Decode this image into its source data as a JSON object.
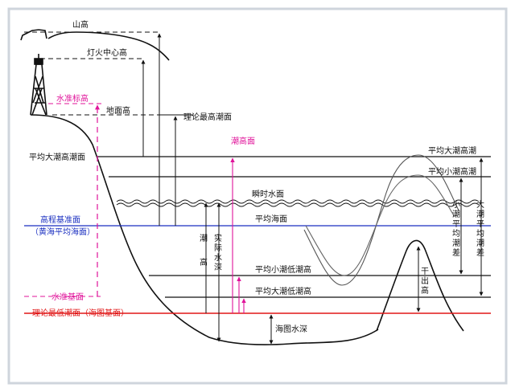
{
  "colors": {
    "frame": "#cfd5dc",
    "black": "#111111",
    "magenta": "#e0139a",
    "blue": "#1a2fc0",
    "red": "#e01616"
  },
  "labels": {
    "mountain_height": "山高",
    "light_center_height": "灯火中心高",
    "water_standard_height": "水准标高",
    "ground_height": "地面高",
    "theoretical_highest_tide": "理论最高潮面",
    "tide_height_surface": "潮高面",
    "mean_spring_high": "平均大潮高潮面",
    "mean_spring_high_right": "平均大潮高潮",
    "mean_neap_high_right": "平均小潮高潮",
    "instant_water_surface": "瞬时水面",
    "elevation_datum": "高程基准面",
    "elevation_datum_note": "（黄海平均海面）",
    "mean_sea_level": "平均海面",
    "mean_neap_low": "平均小潮低潮高",
    "mean_spring_low": "平均大潮低潮高",
    "leveling_datum": "水准基面",
    "theoretical_lowest_tide": "理论最低潮面（海图基面）",
    "chart_depth": "海图水深",
    "drying_height_v": [
      "干",
      "出",
      "高"
    ],
    "tide_height_v": [
      "潮",
      "高"
    ],
    "actual_depth_v": [
      "实",
      "际",
      "水",
      "深"
    ],
    "neap_range_v": [
      "小",
      "潮",
      "平",
      "均",
      "潮",
      "差"
    ],
    "spring_range_v": [
      "大",
      "潮",
      "平",
      "均",
      "潮",
      "差"
    ]
  }
}
